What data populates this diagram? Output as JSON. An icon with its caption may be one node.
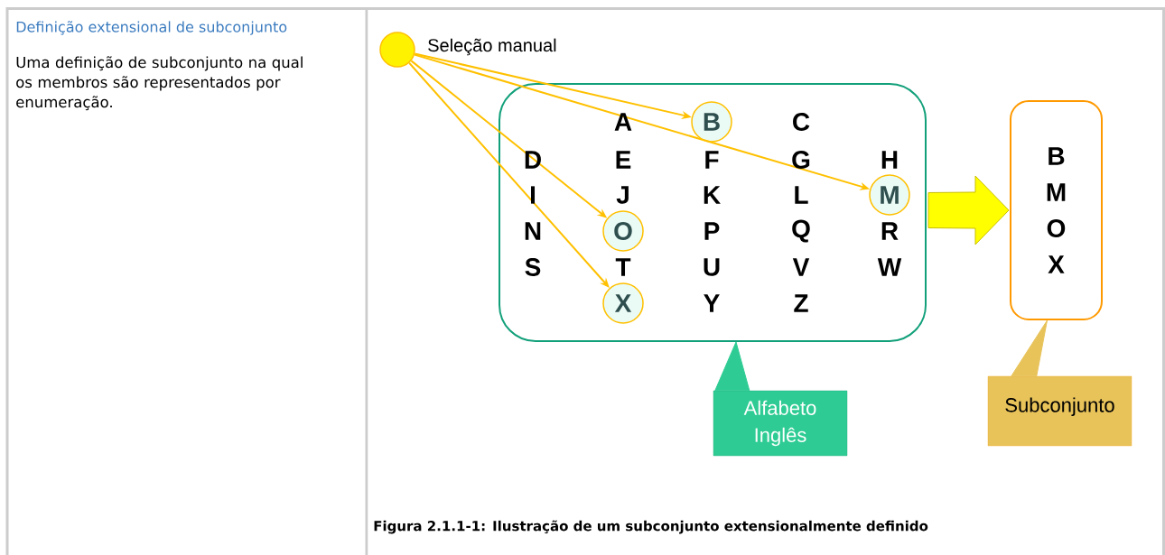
{
  "diagram": {
    "caption": "Figura 2.1.1-1: Ilustração de um subconjunto extensionalmente definido",
    "nodes": [
      {
        "text": [],
        "shape": "circle",
        "beside": [
          "Seleção manual"
        ]
      },
      {
        "text": [],
        "shape": "box"
      },
      {
        "text": [
          "B"
        ],
        "in": 1
      },
      {
        "text": [
          "M"
        ],
        "in": 1
      },
      {
        "text": [
          "O"
        ],
        "in": 1
      },
      {
        "text": [
          "X"
        ],
        "in": 1
      },
      {
        "text": [
          "B M O X"
        ]
      },
      {
        "text": [
          "Alfabeto Inglês"
        ]
      },
      {
        "text": [
          "Subconjunto"
        ]
      }
    ],
    "edges": [
      {
        "from": 0,
        "to": 2,
        "arrow": "to"
      },
      {
        "from": 0,
        "to": 3,
        "arrow": "to"
      },
      {
        "from": 0,
        "to": 4,
        "arrow": "to"
      },
      {
        "from": 0,
        "to": 5,
        "arrow": "to"
      },
      {
        "from": 1,
        "to": 6,
        "arrow": "to",
        "style": "thick",
        "color": "#ffff00"
      },
      {
        "from": 7,
        "to": 1,
        "arrow": "to",
        "color": "#2ecc94"
      },
      {
        "from": 8,
        "to": 6,
        "arrow": "to",
        "color": "#e8c35a"
      }
    ],
    "labels": [
      "Definição extensional de subconjunto",
      "Uma definição de subconjunto na qual os membros são representados por enumeração.",
      "A",
      "C",
      "D",
      "E",
      "F",
      "G",
      "H",
      "I",
      "J",
      "K",
      "L",
      "N",
      "P",
      "Q",
      "R",
      "S",
      "T",
      "U",
      "V",
      "W",
      "Y",
      "Z"
    ]
  }
}
